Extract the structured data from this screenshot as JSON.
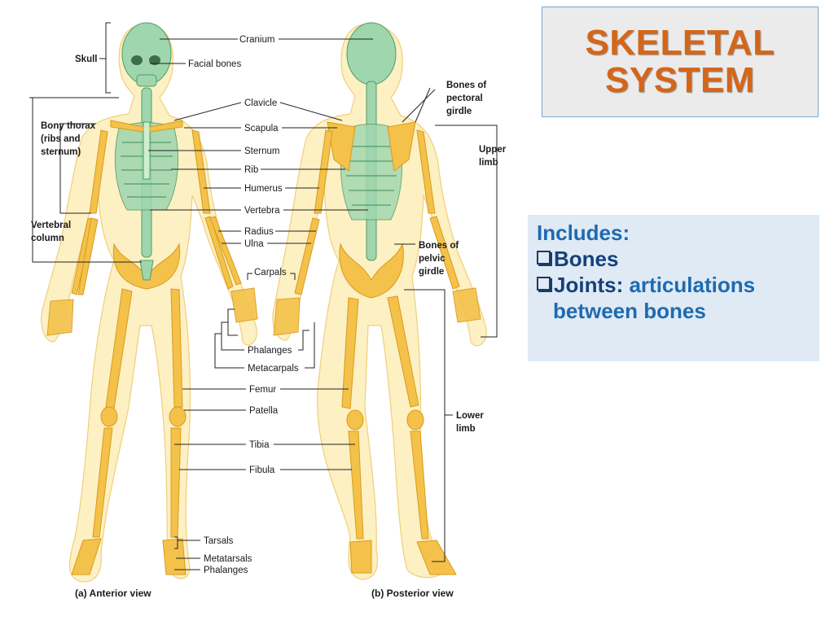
{
  "slide": {
    "title_line1": "SKELETAL",
    "title_line2": "SYSTEM",
    "title_color": "#d4661a",
    "info": {
      "heading": "Includes:",
      "item1": "Bones",
      "item2_term": "Joints:",
      "item2_desc_line1": "articulations",
      "item2_desc_line2": "between bones"
    }
  },
  "figure": {
    "anterior_labels": {
      "cranium": "Cranium",
      "facial_bones": "Facial bones",
      "clavicle": "Clavicle",
      "scapula": "Scapula",
      "sternum": "Sternum",
      "rib": "Rib",
      "humerus": "Humerus",
      "vertebra": "Vertebra",
      "radius": "Radius",
      "ulna": "Ulna",
      "carpals": "Carpals",
      "phalanges_hand": "Phalanges",
      "metacarpals": "Metacarpals",
      "femur": "Femur",
      "patella": "Patella",
      "tibia": "Tibia",
      "fibula": "Fibula",
      "tarsals": "Tarsals",
      "metatarsals": "Metatarsals",
      "phalanges_foot": "Phalanges"
    },
    "group_labels": {
      "skull": "Skull",
      "bony_thorax_1": "Bony thorax",
      "bony_thorax_2": "(ribs and",
      "bony_thorax_3": "sternum)",
      "vertebral_1": "Vertebral",
      "vertebral_2": "column",
      "pectoral_1": "Bones of",
      "pectoral_2": "pectoral",
      "pectoral_3": "girdle",
      "upper_1": "Upper",
      "upper_2": "limb",
      "pelvic_1": "Bones of",
      "pelvic_2": "pelvic",
      "pelvic_3": "girdle",
      "lower_1": "Lower",
      "lower_2": "limb"
    },
    "captions": {
      "anterior": "(a) Anterior view",
      "posterior": "(b) Posterior view"
    },
    "colors": {
      "appendicular_bone": "#f4c24a",
      "axial_bone": "#9fd6ae",
      "body_outline": "#fdf0c3"
    }
  }
}
